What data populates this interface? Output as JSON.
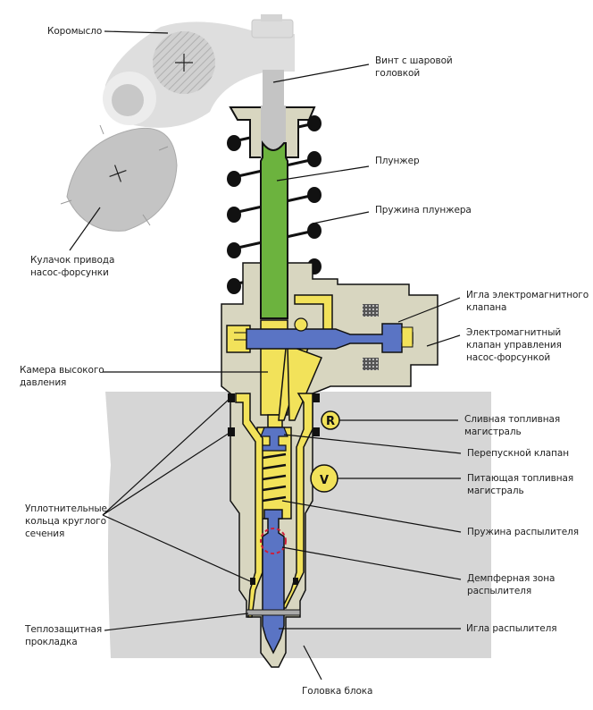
{
  "title": "Насос-форсунка: устройство",
  "colors": {
    "block": "#d6d6d6",
    "body": "#d8d6c0",
    "plunger": "#6cb33e",
    "fuel": "#f2e25a",
    "needle": "#5a74c4",
    "rocker": "#dcdcdc",
    "cam": "#c4c4c4",
    "outline": "#111111",
    "damper_zone": "#cc1f3a"
  },
  "labels": {
    "rocker_arm": "Коромысло",
    "ball_screw": "Винт с шаровой\nголовкой",
    "plunger": "Плунжер",
    "plunger_spring": "Пружина плунжера",
    "cam": "Кулачок привода\nнасос-форсунки",
    "solenoid_needle": "Игла электромагнитного\nклапана",
    "solenoid_valve": "Электромагнитный\nклапан управления\nнасос-форсункой",
    "high_pressure_chamber": "Камера высокого\nдавления",
    "return_line": "Сливная топливная\nмагистраль",
    "bypass_valve": "Перепускной клапан",
    "supply_line": "Питающая топливная\nмагистраль",
    "o_rings": "Уплотнительные\nкольца круглого\nсечения",
    "nozzle_spring": "Пружина распылителя",
    "damper_zone": "Демпферная зона\nраспылителя",
    "heat_shield": "Теплозащитная\nпрокладка",
    "nozzle_needle": "Игла распылителя",
    "cylinder_head": "Головка блока"
  },
  "markers": {
    "return": "R",
    "supply": "V"
  }
}
